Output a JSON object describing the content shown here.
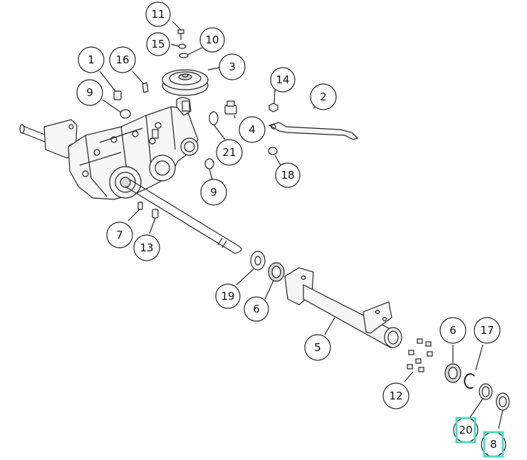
{
  "callouts": [
    {
      "id": "c11",
      "label": "11"
    },
    {
      "id": "c15",
      "label": "15"
    },
    {
      "id": "c10",
      "label": "10"
    },
    {
      "id": "c1",
      "label": "1"
    },
    {
      "id": "c16",
      "label": "16"
    },
    {
      "id": "c3",
      "label": "3"
    },
    {
      "id": "c14",
      "label": "14"
    },
    {
      "id": "c2",
      "label": "2"
    },
    {
      "id": "c9a",
      "label": "9"
    },
    {
      "id": "c4",
      "label": "4"
    },
    {
      "id": "c21",
      "label": "21"
    },
    {
      "id": "c18",
      "label": "18"
    },
    {
      "id": "c9b",
      "label": "9"
    },
    {
      "id": "c7",
      "label": "7"
    },
    {
      "id": "c13",
      "label": "13"
    },
    {
      "id": "c19",
      "label": "19"
    },
    {
      "id": "c6a",
      "label": "6"
    },
    {
      "id": "c5",
      "label": "5"
    },
    {
      "id": "c6b",
      "label": "6"
    },
    {
      "id": "c17",
      "label": "17"
    },
    {
      "id": "c12",
      "label": "12"
    },
    {
      "id": "c20",
      "label": "20"
    },
    {
      "id": "c8",
      "label": "8"
    }
  ],
  "highlighted": [
    "20",
    "8"
  ],
  "highlight_color": "#4fd9c2"
}
